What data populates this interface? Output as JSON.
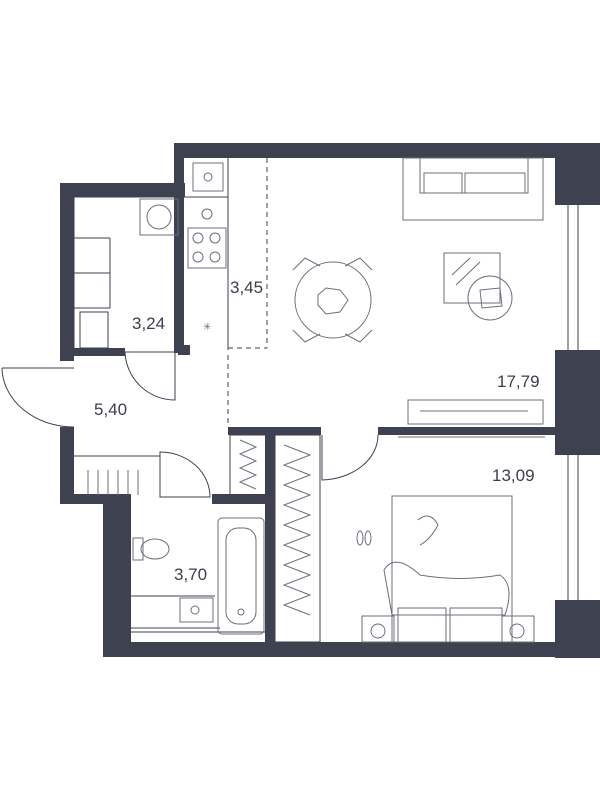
{
  "rooms": [
    {
      "id": "storage",
      "area": "3,24"
    },
    {
      "id": "kitchen",
      "area": "3,45"
    },
    {
      "id": "hallway",
      "area": "5,40"
    },
    {
      "id": "living",
      "area": "17,79"
    },
    {
      "id": "bedroom",
      "area": "13,09"
    },
    {
      "id": "bathroom",
      "area": "3,70"
    }
  ],
  "colors": {
    "wall": "#3e4250",
    "line": "#6b6f7a",
    "text": "#3a3f4b"
  }
}
